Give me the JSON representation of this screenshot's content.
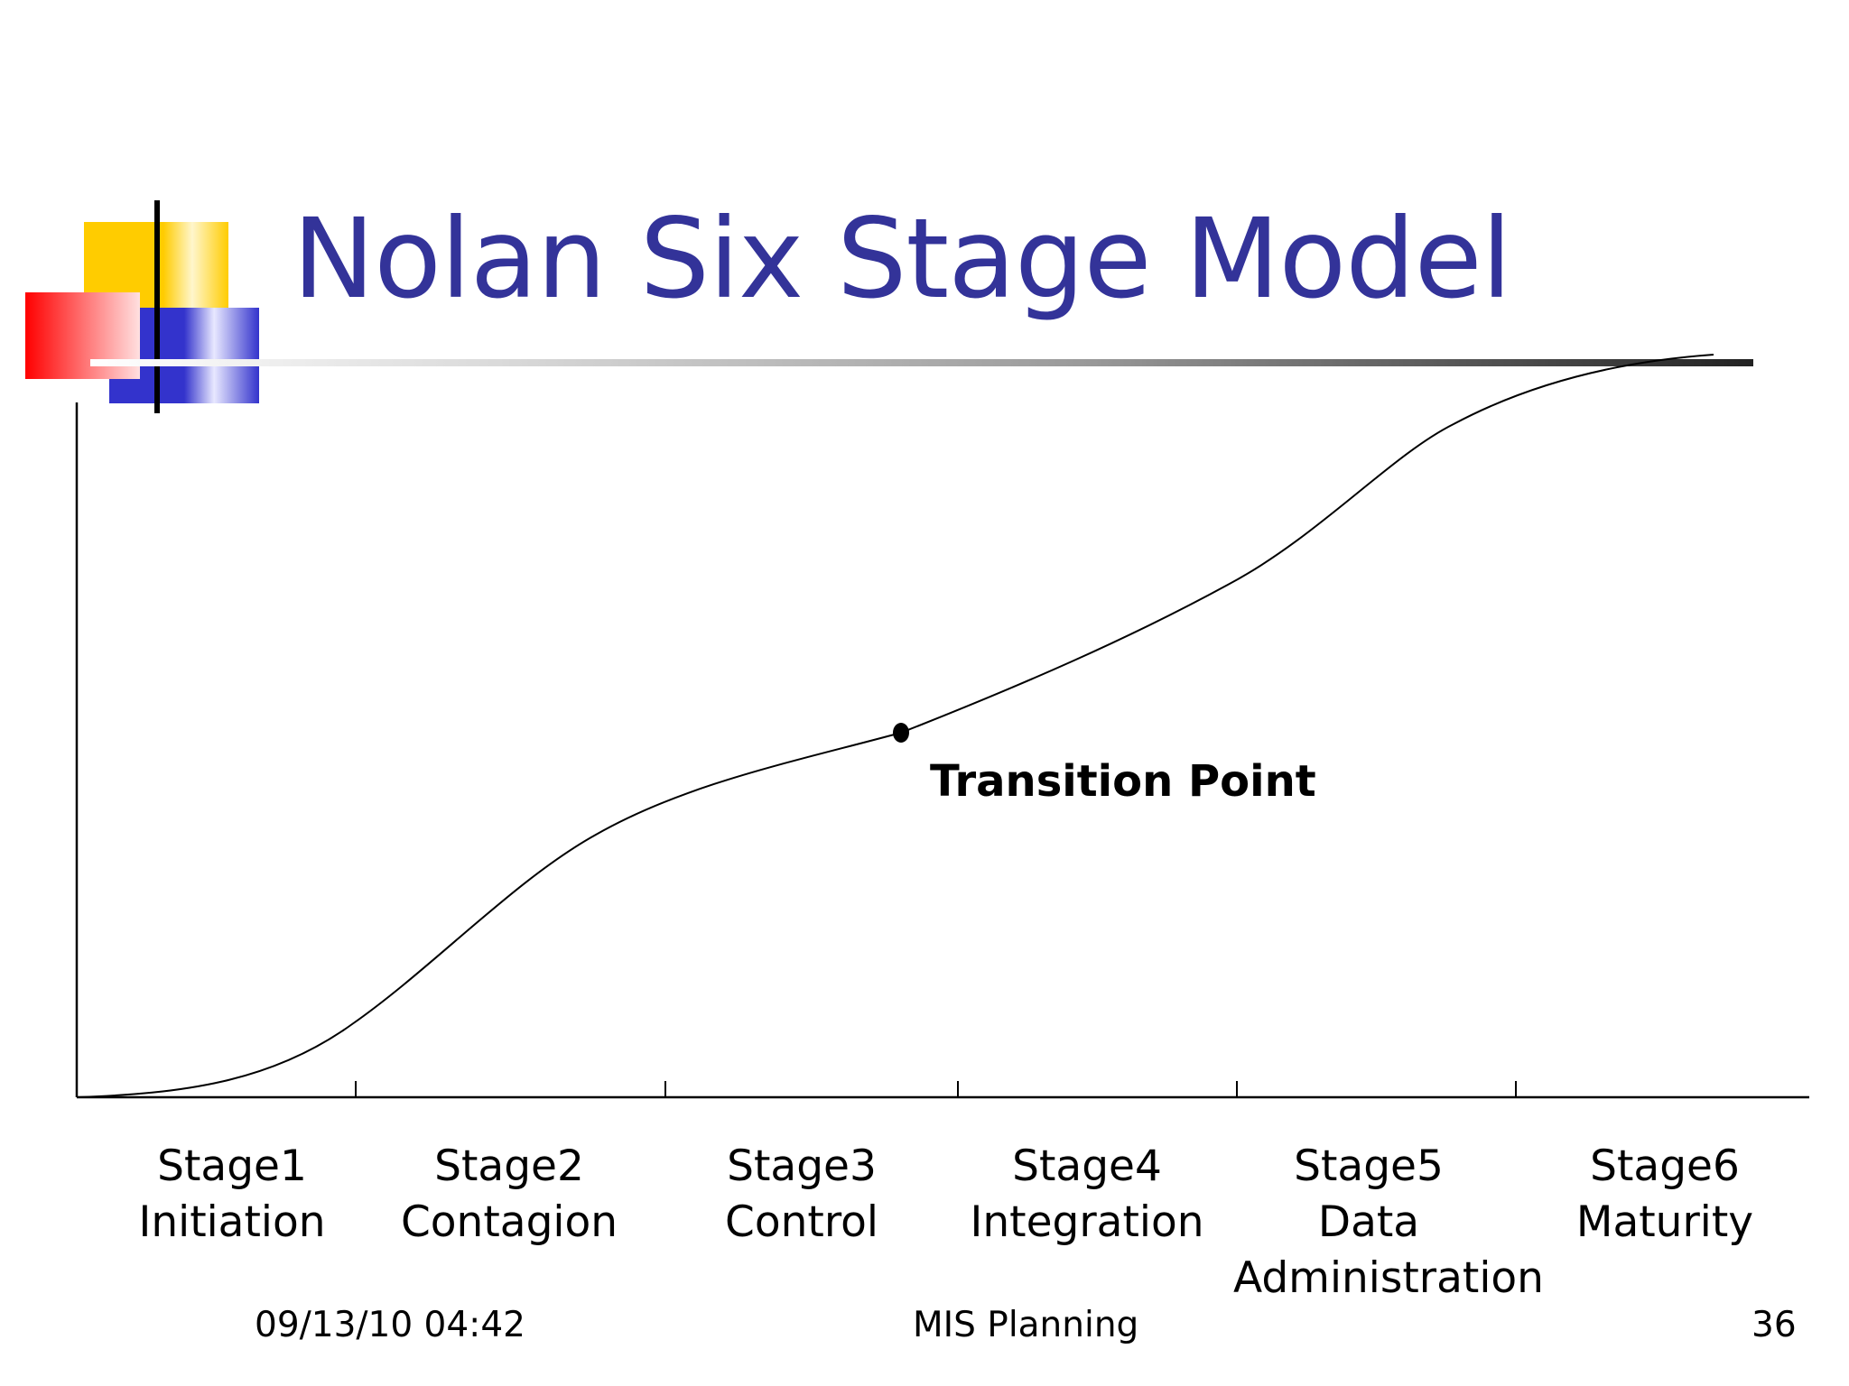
{
  "slide": {
    "title": "Nolan Six Stage Model",
    "title_color": "#333399"
  },
  "diagram": {
    "annotation": "Transition Point",
    "stages": [
      {
        "line1": "Stage1",
        "line2": "Initiation",
        "line3": ""
      },
      {
        "line1": "Stage2",
        "line2": "Contagion",
        "line3": ""
      },
      {
        "line1": "Stage3",
        "line2": "Control",
        "line3": ""
      },
      {
        "line1": "Stage4",
        "line2": "Integration",
        "line3": ""
      },
      {
        "line1": "Stage5",
        "line2": "Data",
        "line3": "Administration"
      },
      {
        "line1": "Stage6",
        "line2": "Maturity",
        "line3": ""
      }
    ]
  },
  "footer": {
    "date": "09/13/10 04:42",
    "center": "MIS Planning",
    "page": "36"
  },
  "colors": {
    "logo_yellow": "#ffcc00",
    "logo_red": "#ff0000",
    "logo_blue": "#3333cc"
  }
}
